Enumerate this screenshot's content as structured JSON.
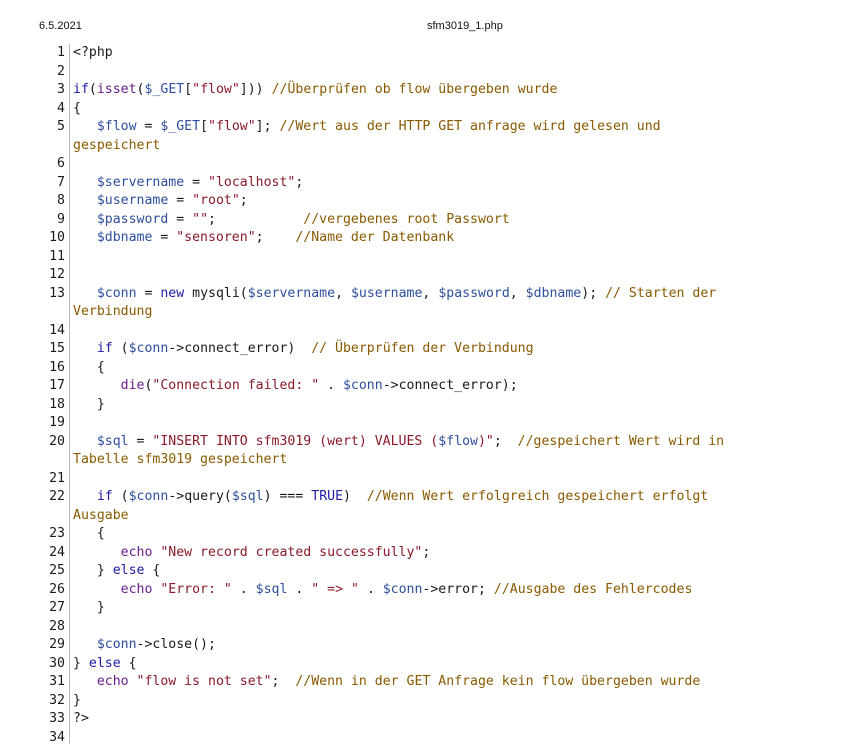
{
  "header": {
    "date": "6.5.2021",
    "filename": "sfm3019_1.php"
  },
  "colors": {
    "keyword": "#1e1aa6",
    "variable": "#2d4f9e",
    "string": "#8a1a2a",
    "comment": "#8a5a00",
    "function": "#6a1e8c",
    "plain": "#1a1a1a"
  },
  "lines": [
    {
      "n": "1",
      "t": [
        [
          "plain",
          "<?php"
        ]
      ]
    },
    {
      "n": "2",
      "t": []
    },
    {
      "n": "3",
      "t": [
        [
          "keyword",
          "if"
        ],
        [
          "plain",
          "("
        ],
        [
          "function",
          "isset"
        ],
        [
          "plain",
          "("
        ],
        [
          "variable",
          "$_GET"
        ],
        [
          "plain",
          "["
        ],
        [
          "string",
          "\"flow\""
        ],
        [
          "plain",
          "])) "
        ],
        [
          "comment",
          "//Überprüfen ob flow übergeben wurde"
        ]
      ]
    },
    {
      "n": "4",
      "t": [
        [
          "plain",
          "{"
        ]
      ]
    },
    {
      "n": "5",
      "t": [
        [
          "plain",
          "   "
        ],
        [
          "variable",
          "$flow"
        ],
        [
          "plain",
          " = "
        ],
        [
          "variable",
          "$_GET"
        ],
        [
          "plain",
          "["
        ],
        [
          "string",
          "\"flow\""
        ],
        [
          "plain",
          "]; "
        ],
        [
          "comment",
          "//Wert aus der HTTP GET anfrage wird gelesen und"
        ]
      ]
    },
    {
      "n": "",
      "t": [
        [
          "comment",
          "gespeichert"
        ]
      ]
    },
    {
      "n": "6",
      "t": []
    },
    {
      "n": "7",
      "t": [
        [
          "plain",
          "   "
        ],
        [
          "variable",
          "$servername"
        ],
        [
          "plain",
          " = "
        ],
        [
          "string",
          "\"localhost\""
        ],
        [
          "plain",
          ";"
        ]
      ]
    },
    {
      "n": "8",
      "t": [
        [
          "plain",
          "   "
        ],
        [
          "variable",
          "$username"
        ],
        [
          "plain",
          " = "
        ],
        [
          "string",
          "\"root\""
        ],
        [
          "plain",
          ";"
        ]
      ]
    },
    {
      "n": "9",
      "t": [
        [
          "plain",
          "   "
        ],
        [
          "variable",
          "$password"
        ],
        [
          "plain",
          " = "
        ],
        [
          "string",
          "\"\""
        ],
        [
          "plain",
          ";           "
        ],
        [
          "comment",
          "//vergebenes root Passwort"
        ]
      ]
    },
    {
      "n": "10",
      "t": [
        [
          "plain",
          "   "
        ],
        [
          "variable",
          "$dbname"
        ],
        [
          "plain",
          " = "
        ],
        [
          "string",
          "\"sensoren\""
        ],
        [
          "plain",
          ";    "
        ],
        [
          "comment",
          "//Name der Datenbank"
        ]
      ]
    },
    {
      "n": "11",
      "t": []
    },
    {
      "n": "12",
      "t": []
    },
    {
      "n": "13",
      "t": [
        [
          "plain",
          "   "
        ],
        [
          "variable",
          "$conn"
        ],
        [
          "plain",
          " = "
        ],
        [
          "keyword",
          "new"
        ],
        [
          "plain",
          " mysqli("
        ],
        [
          "variable",
          "$servername"
        ],
        [
          "plain",
          ", "
        ],
        [
          "variable",
          "$username"
        ],
        [
          "plain",
          ", "
        ],
        [
          "variable",
          "$password"
        ],
        [
          "plain",
          ", "
        ],
        [
          "variable",
          "$dbname"
        ],
        [
          "plain",
          "); "
        ],
        [
          "comment",
          "// Starten der"
        ]
      ]
    },
    {
      "n": "",
      "t": [
        [
          "comment",
          "Verbindung"
        ]
      ]
    },
    {
      "n": "14",
      "t": []
    },
    {
      "n": "15",
      "t": [
        [
          "plain",
          "   "
        ],
        [
          "keyword",
          "if"
        ],
        [
          "plain",
          " ("
        ],
        [
          "variable",
          "$conn"
        ],
        [
          "plain",
          "->connect_error)  "
        ],
        [
          "comment",
          "// Überprüfen der Verbindung"
        ]
      ]
    },
    {
      "n": "16",
      "t": [
        [
          "plain",
          "   {"
        ]
      ]
    },
    {
      "n": "17",
      "t": [
        [
          "plain",
          "      "
        ],
        [
          "function",
          "die"
        ],
        [
          "plain",
          "("
        ],
        [
          "string",
          "\"Connection failed: \""
        ],
        [
          "plain",
          " . "
        ],
        [
          "variable",
          "$conn"
        ],
        [
          "plain",
          "->connect_error);"
        ]
      ]
    },
    {
      "n": "18",
      "t": [
        [
          "plain",
          "   }"
        ]
      ]
    },
    {
      "n": "19",
      "t": []
    },
    {
      "n": "20",
      "t": [
        [
          "plain",
          "   "
        ],
        [
          "variable",
          "$sql"
        ],
        [
          "plain",
          " = "
        ],
        [
          "string",
          "\"INSERT INTO sfm3019 (wert) VALUES ("
        ],
        [
          "variable",
          "$flow"
        ],
        [
          "string",
          ")\""
        ],
        [
          "plain",
          ";  "
        ],
        [
          "comment",
          "//gespeichert Wert wird in"
        ]
      ]
    },
    {
      "n": "",
      "t": [
        [
          "comment",
          "Tabelle sfm3019 gespeichert"
        ]
      ]
    },
    {
      "n": "21",
      "t": []
    },
    {
      "n": "22",
      "t": [
        [
          "plain",
          "   "
        ],
        [
          "keyword",
          "if"
        ],
        [
          "plain",
          " ("
        ],
        [
          "variable",
          "$conn"
        ],
        [
          "plain",
          "->query("
        ],
        [
          "variable",
          "$sql"
        ],
        [
          "plain",
          ") === "
        ],
        [
          "keyword",
          "TRUE"
        ],
        [
          "plain",
          ")  "
        ],
        [
          "comment",
          "//Wenn Wert erfolgreich gespeichert erfolgt"
        ]
      ]
    },
    {
      "n": "",
      "t": [
        [
          "comment",
          "Ausgabe"
        ]
      ]
    },
    {
      "n": "23",
      "t": [
        [
          "plain",
          "   {"
        ]
      ]
    },
    {
      "n": "24",
      "t": [
        [
          "plain",
          "      "
        ],
        [
          "function",
          "echo"
        ],
        [
          "plain",
          " "
        ],
        [
          "string",
          "\"New record created successfully\""
        ],
        [
          "plain",
          ";"
        ]
      ]
    },
    {
      "n": "25",
      "t": [
        [
          "plain",
          "   } "
        ],
        [
          "keyword",
          "else"
        ],
        [
          "plain",
          " {"
        ]
      ]
    },
    {
      "n": "26",
      "t": [
        [
          "plain",
          "      "
        ],
        [
          "function",
          "echo"
        ],
        [
          "plain",
          " "
        ],
        [
          "string",
          "\"Error: \""
        ],
        [
          "plain",
          " . "
        ],
        [
          "variable",
          "$sql"
        ],
        [
          "plain",
          " . "
        ],
        [
          "string",
          "\" => \""
        ],
        [
          "plain",
          " . "
        ],
        [
          "variable",
          "$conn"
        ],
        [
          "plain",
          "->error; "
        ],
        [
          "comment",
          "//Ausgabe des Fehlercodes"
        ]
      ]
    },
    {
      "n": "27",
      "t": [
        [
          "plain",
          "   }"
        ]
      ]
    },
    {
      "n": "28",
      "t": []
    },
    {
      "n": "29",
      "t": [
        [
          "plain",
          "   "
        ],
        [
          "variable",
          "$conn"
        ],
        [
          "plain",
          "->close();"
        ]
      ]
    },
    {
      "n": "30",
      "t": [
        [
          "plain",
          "} "
        ],
        [
          "keyword",
          "else"
        ],
        [
          "plain",
          " {"
        ]
      ]
    },
    {
      "n": "31",
      "t": [
        [
          "plain",
          "   "
        ],
        [
          "function",
          "echo"
        ],
        [
          "plain",
          " "
        ],
        [
          "string",
          "\"flow is not set\""
        ],
        [
          "plain",
          ";  "
        ],
        [
          "comment",
          "//Wenn in der GET Anfrage kein flow übergeben wurde"
        ]
      ]
    },
    {
      "n": "32",
      "t": [
        [
          "plain",
          "}"
        ]
      ]
    },
    {
      "n": "33",
      "t": [
        [
          "plain",
          "?>"
        ]
      ]
    },
    {
      "n": "34",
      "t": []
    }
  ]
}
